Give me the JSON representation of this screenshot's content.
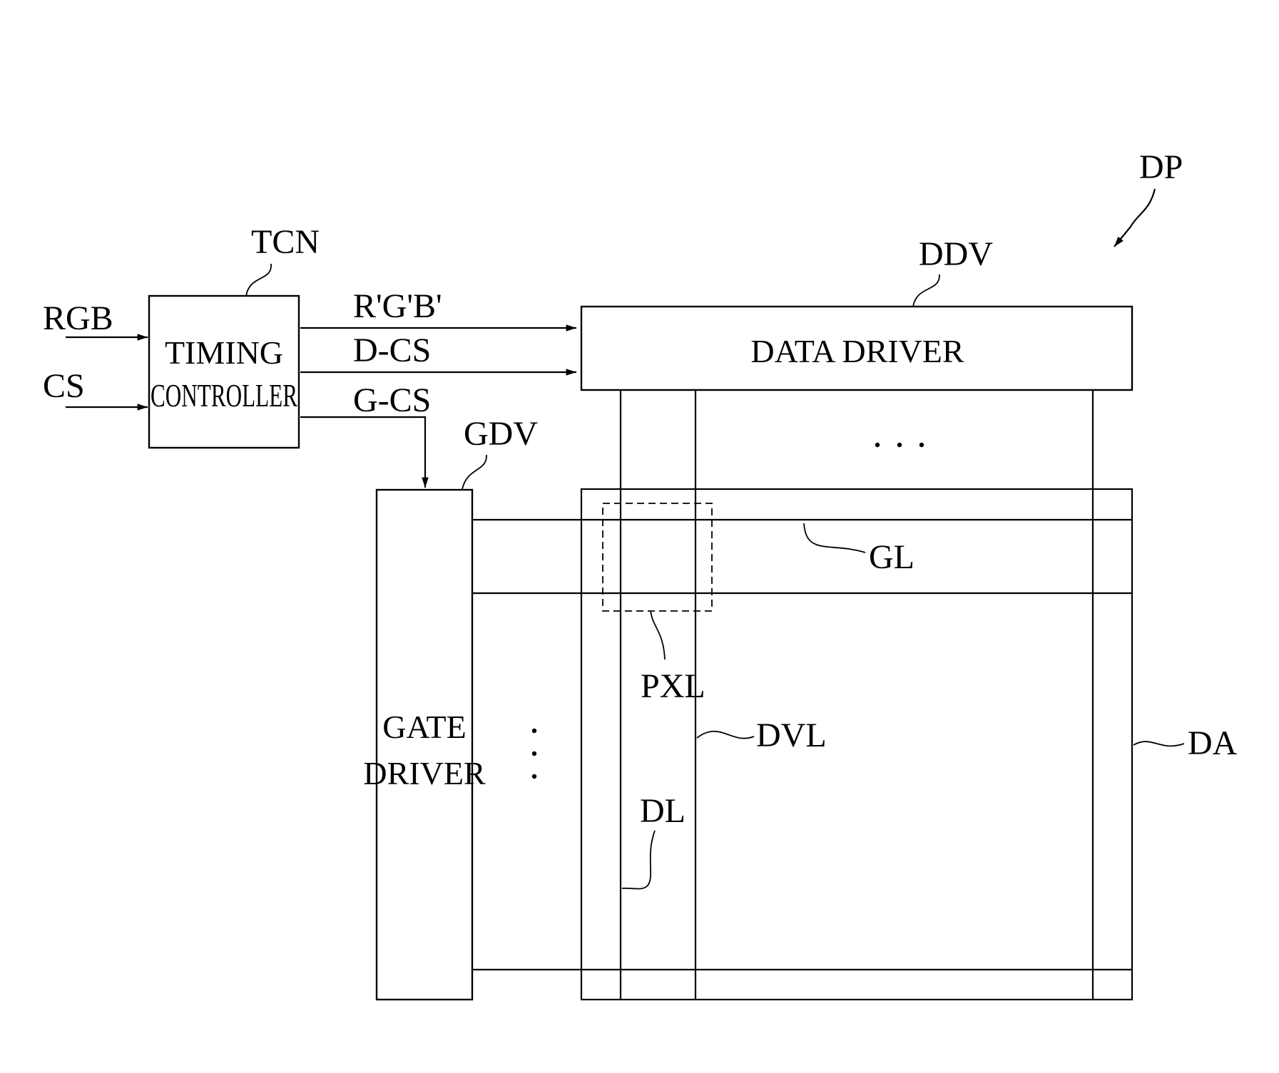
{
  "labels": {
    "dp": "DP",
    "tcn": "TCN",
    "ddv": "DDV",
    "gdv": "GDV",
    "rgb": "RGB",
    "cs": "CS",
    "rgb_prime": "R'G'B'",
    "d_cs": "D-CS",
    "g_cs": "G-CS",
    "gl": "GL",
    "pxl": "PXL",
    "dvl": "DVL",
    "dl": "DL",
    "da": "DA"
  },
  "blocks": {
    "timing_controller_line1": "TIMING",
    "timing_controller_line2": "CONTROLLER",
    "data_driver": "DATA DRIVER",
    "gate_driver_line1": "GATE",
    "gate_driver_line2": "DRIVER"
  }
}
